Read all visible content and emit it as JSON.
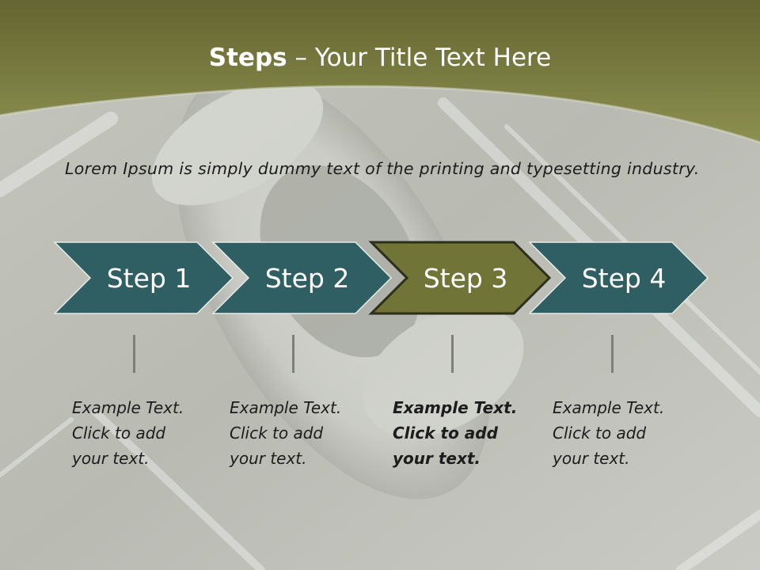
{
  "slide": {
    "title_bold": "Steps",
    "title_rest": " – Your Title Text Here",
    "body": "Lorem Ipsum is simply dummy text of the printing and typesetting industry."
  },
  "colors": {
    "header_olive": "#7c8140",
    "step_teal": "#2f5f62",
    "step_active": "#707436",
    "background": "#c8c9c3"
  },
  "steps": [
    {
      "label": "Step 1",
      "active": false,
      "lines": [
        "Example Text.",
        "Click  to add",
        "your text."
      ]
    },
    {
      "label": "Step 2",
      "active": false,
      "lines": [
        "Example Text.",
        "Click  to add",
        "your text."
      ]
    },
    {
      "label": "Step 3",
      "active": true,
      "lines": [
        "Example Text.",
        "Click  to add",
        "your text."
      ]
    },
    {
      "label": "Step 4",
      "active": false,
      "lines": [
        "Example Text.",
        "Click  to add",
        "your text."
      ]
    }
  ]
}
